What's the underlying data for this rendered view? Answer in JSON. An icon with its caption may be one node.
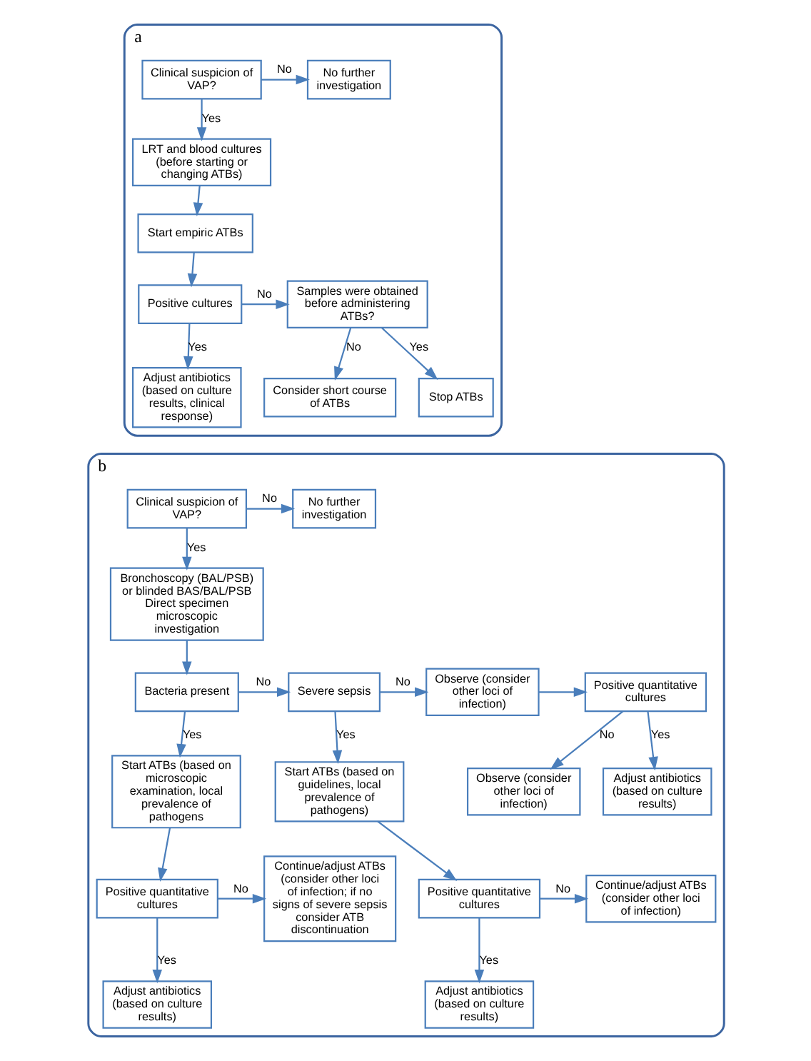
{
  "diagram": {
    "nodes": [
      {
        "text": [
          "a"
        ]
      },
      {
        "text": [
          "Clinical suspicion of VAP?"
        ],
        "in": 0
      },
      {
        "text": [
          "No further investigation"
        ],
        "in": 0
      },
      {
        "text": [
          "LRT and blood cultures (before starting or changing ATBs)"
        ],
        "in": 0
      },
      {
        "text": [
          "Start empiric ATBs"
        ],
        "in": 0
      },
      {
        "text": [
          "Positive cultures"
        ],
        "in": 0
      },
      {
        "text": [
          "Samples were obtained before administering ATBs?"
        ],
        "in": 0
      },
      {
        "text": [
          "Stop ATBs"
        ],
        "in": 0
      },
      {
        "text": [
          "Consider short course of ATBs"
        ],
        "in": 0
      },
      {
        "text": [
          "Adjust antibiotics (based on culture results, clinical response)"
        ],
        "in": 0
      },
      {
        "text": [
          "b"
        ]
      },
      {
        "text": [
          "Clinical suspicion of VAP?"
        ],
        "in": 10
      },
      {
        "text": [
          "No further investigation"
        ],
        "in": 10
      },
      {
        "text": [
          "Bronchoscopy (BAL/PSB) or blinded BAS/BAL/PSB Direct specimen microscopic investigation"
        ],
        "in": 10
      },
      {
        "text": [
          "Bacteria present"
        ],
        "in": 10
      },
      {
        "text": [
          "Severe sepsis"
        ],
        "in": 10
      },
      {
        "text": [
          "Observe (consider other loci of infection)"
        ],
        "in": 10
      },
      {
        "text": [
          "Positive quantitative cultures"
        ],
        "in": 10
      },
      {
        "text": [
          "Observe (consider other loci of infection)"
        ],
        "in": 10
      },
      {
        "text": [
          "Adjust antibiotics (based on culture results)"
        ],
        "in": 10
      },
      {
        "text": [
          "Start ATBs (based on microscopic examination, local prevalence of pathogens"
        ],
        "in": 10
      },
      {
        "text": [
          "Start ATBs (based on guidelines, local prevalence of pathogens)"
        ],
        "in": 10
      },
      {
        "text": [
          "Positive quantitative cultures"
        ],
        "in": 10
      },
      {
        "text": [
          "Continue/adjust ATBs (consider other loci of infection; if no signs of severe sepsis consider ATB discontinuation"
        ],
        "in": 10
      },
      {
        "text": [
          "Adjust antibiotics (based on culture results)"
        ],
        "in": 10
      },
      {
        "text": [
          "Positive quantitative cultures"
        ],
        "in": 10
      },
      {
        "text": [
          "Continue/adjust ATBs (consider other loci of infection)"
        ],
        "in": 10
      },
      {
        "text": [
          "Adjust antibiotics (based on culture results)"
        ],
        "in": 10
      }
    ],
    "edges": [
      {
        "from": 1,
        "to": 2,
        "arrow": "to",
        "label": "No"
      },
      {
        "from": 1,
        "to": 3,
        "arrow": "to",
        "label": "Yes"
      },
      {
        "from": 3,
        "to": 4,
        "arrow": "to"
      },
      {
        "from": 4,
        "to": 5,
        "arrow": "to"
      },
      {
        "from": 5,
        "to": 6,
        "arrow": "to",
        "label": "No"
      },
      {
        "from": 5,
        "to": 9,
        "arrow": "to",
        "label": "Yes"
      },
      {
        "from": 6,
        "to": 7,
        "arrow": "to",
        "label": "Yes"
      },
      {
        "from": 6,
        "to": 8,
        "arrow": "to",
        "label": "No"
      },
      {
        "from": 11,
        "to": 12,
        "arrow": "to",
        "label": "No"
      },
      {
        "from": 11,
        "to": 13,
        "arrow": "to",
        "label": "Yes"
      },
      {
        "from": 13,
        "to": 14,
        "arrow": "to"
      },
      {
        "from": 14,
        "to": 15,
        "arrow": "to",
        "label": "No"
      },
      {
        "from": 15,
        "to": 16,
        "arrow": "to",
        "label": "No"
      },
      {
        "from": 16,
        "to": 17,
        "arrow": "to"
      },
      {
        "from": 17,
        "to": 18,
        "arrow": "to",
        "label": "No"
      },
      {
        "from": 14,
        "to": 20,
        "arrow": "to",
        "label": "Yes"
      },
      {
        "from": 15,
        "to": 21,
        "arrow": "to",
        "label": "Yes"
      },
      {
        "from": 17,
        "to": 19,
        "arrow": "to",
        "label": "Yes"
      },
      {
        "from": 20,
        "to": 22,
        "arrow": "to"
      },
      {
        "from": 22,
        "to": 23,
        "arrow": "to",
        "label": "No"
      },
      {
        "from": 22,
        "to": 24,
        "arrow": "to",
        "label": "Yes"
      },
      {
        "from": 21,
        "to": 25,
        "arrow": "to"
      },
      {
        "from": 25,
        "to": 26,
        "arrow": "to",
        "label": "No"
      },
      {
        "from": 25,
        "to": 27,
        "arrow": "to",
        "label": "Yes"
      }
    ]
  }
}
